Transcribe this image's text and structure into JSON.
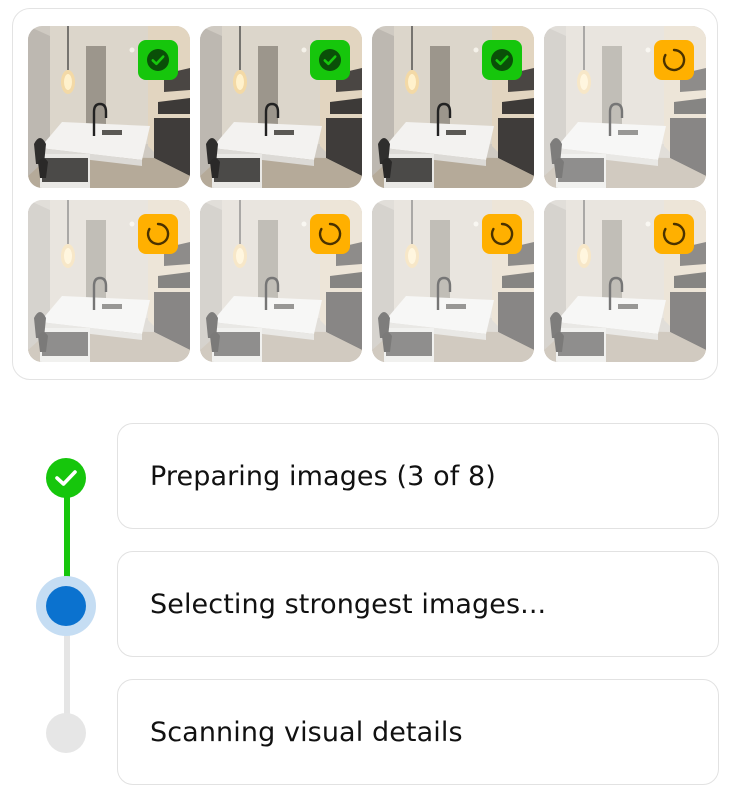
{
  "thumbnails": [
    {
      "status": "done",
      "icon": "check-circle-icon"
    },
    {
      "status": "done",
      "icon": "check-circle-icon"
    },
    {
      "status": "done",
      "icon": "check-circle-icon"
    },
    {
      "status": "pending",
      "icon": "spinner-icon"
    },
    {
      "status": "pending",
      "icon": "spinner-icon"
    },
    {
      "status": "pending",
      "icon": "spinner-icon"
    },
    {
      "status": "pending",
      "icon": "spinner-icon"
    },
    {
      "status": "pending",
      "icon": "spinner-icon"
    }
  ],
  "steps": [
    {
      "label": "Preparing images (3 of 8)",
      "state": "complete"
    },
    {
      "label": "Selecting strongest images...",
      "state": "active"
    },
    {
      "label": "Scanning visual details",
      "state": "pending"
    }
  ],
  "progress": {
    "processed": 3,
    "total": 8,
    "steps_complete": 1,
    "steps_total": 3
  },
  "colors": {
    "done": "#16c60c",
    "pending": "#ffb000",
    "active": "#0b72cf",
    "active_halo": "#c5ddf3",
    "inactive": "#e6e6e6",
    "border": "#e2e2e2",
    "text": "#111111"
  }
}
